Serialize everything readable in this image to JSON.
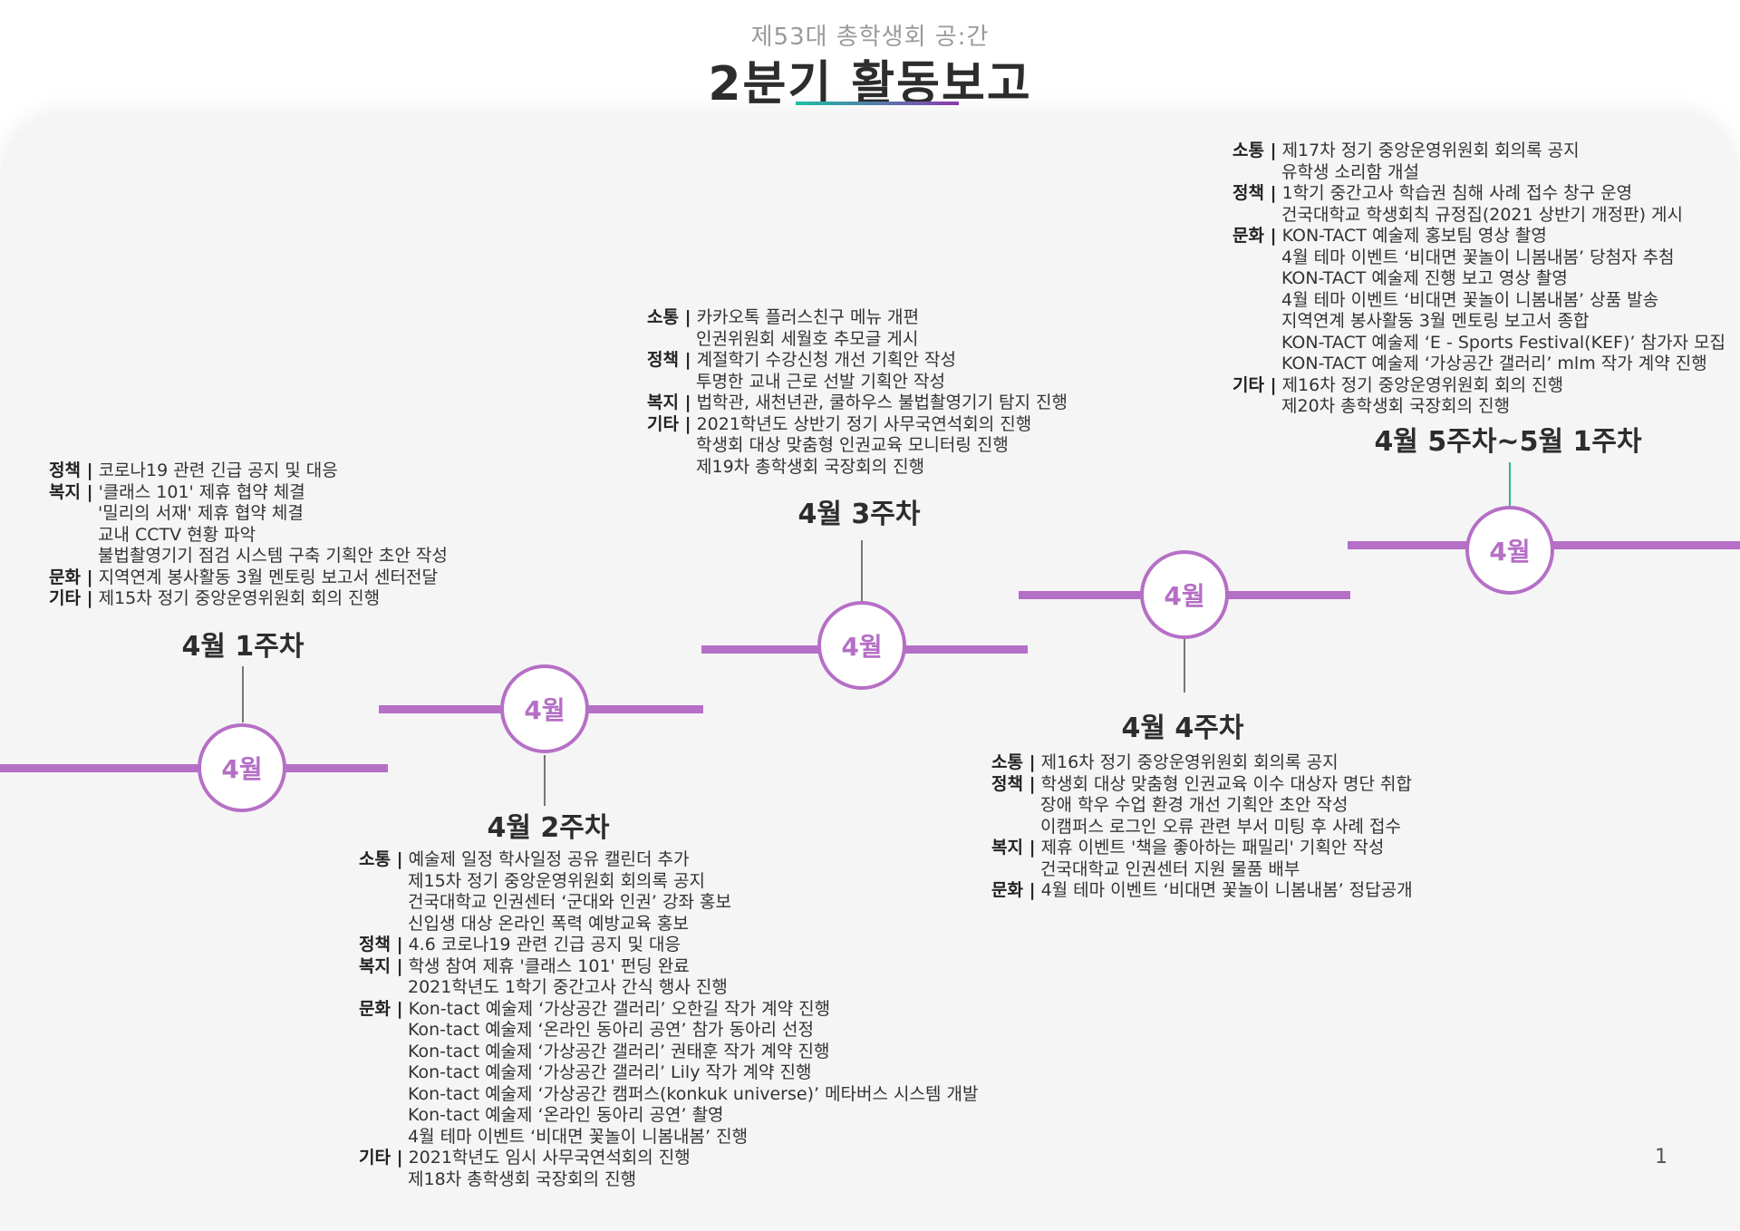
{
  "header": {
    "subtitle": "제53대 총학생회 공:간",
    "title": "2분기 활동보고"
  },
  "colors": {
    "timeline": "#b56fc6",
    "accent_green": "#2bb58e",
    "underline_start": "#1ec3a6",
    "underline_end": "#8e3bb5"
  },
  "weeks": [
    {
      "node_label": "4월",
      "title": "4월 1주차",
      "groups": [
        {
          "category": "정책 |",
          "items": [
            "코로나19 관련 긴급 공지 및 대응"
          ]
        },
        {
          "category": "복지 |",
          "items": [
            "'클래스 101' 제휴 협약 체결",
            "'밀리의 서재' 제휴 협약 체결",
            "교내 CCTV 현황 파악",
            "불법촬영기기 점검 시스템 구축 기획안 초안 작성"
          ]
        },
        {
          "category": "문화 |",
          "items": [
            "지역연계 봉사활동 3월 멘토링 보고서 센터전달"
          ]
        },
        {
          "category": "기타 |",
          "items": [
            "제15차 정기 중앙운영위원회 회의 진행"
          ]
        }
      ]
    },
    {
      "node_label": "4월",
      "title": "4월 2주차",
      "groups": [
        {
          "category": "소통 |",
          "items": [
            "예술제 일정 학사일정 공유 캘린더 추가",
            "제15차 정기 중앙운영위원회 회의록 공지",
            "건국대학교 인권센터 ‘군대와 인권’ 강좌 홍보",
            "신입생 대상 온라인 폭력 예방교육 홍보"
          ]
        },
        {
          "category": "정책 |",
          "items": [
            "4.6 코로나19 관련 긴급 공지 및 대응"
          ]
        },
        {
          "category": "복지 |",
          "items": [
            "학생 참여 제휴 '클래스 101' 펀딩 완료",
            "2021학년도 1학기 중간고사 간식 행사 진행"
          ]
        },
        {
          "category": "문화 |",
          "items": [
            "Kon-tact 예술제 ‘가상공간 갤러리’ 오한길 작가 계약 진행",
            "Kon-tact 예술제 ‘온라인 동아리 공연’ 참가 동아리 선정",
            "Kon-tact 예술제 ‘가상공간 갤러리’ 권태훈 작가 계약 진행",
            "Kon-tact 예술제 ‘가상공간 갤러리’ Lily 작가 계약 진행",
            "Kon-tact 예술제 ‘가상공간 캠퍼스(konkuk universe)’ 메타버스 시스템 개발",
            "Kon-tact 예술제 ‘온라인 동아리 공연’ 촬영",
            "4월 테마 이벤트 ‘비대면 꽃놀이 니봄내봄’ 진행"
          ]
        },
        {
          "category": "기타 |",
          "items": [
            "2021학년도 임시 사무국연석회의 진행",
            "제18차 총학생회 국장회의 진행"
          ]
        }
      ]
    },
    {
      "node_label": "4월",
      "title": "4월 3주차",
      "groups": [
        {
          "category": "소통 |",
          "items": [
            "카카오톡 플러스친구 메뉴 개편",
            "인권위원회 세월호 추모글 게시"
          ]
        },
        {
          "category": "정책 |",
          "items": [
            "계절학기 수강신청 개선 기획안 작성",
            "투명한 교내 근로 선발 기획안 작성"
          ]
        },
        {
          "category": "복지 |",
          "items": [
            "법학관, 새천년관, 쿨하우스 불법촬영기기 탐지 진행"
          ]
        },
        {
          "category": "기타 |",
          "items": [
            "2021학년도 상반기 정기 사무국연석회의 진행",
            "학생회 대상 맞춤형 인권교육 모니터링 진행",
            "제19차 총학생회 국장회의 진행"
          ]
        }
      ]
    },
    {
      "node_label": "4월",
      "title": "4월 4주차",
      "groups": [
        {
          "category": "소통 |",
          "items": [
            "제16차 정기 중앙운영위원회 회의록 공지"
          ]
        },
        {
          "category": "정책 |",
          "items": [
            "학생회 대상 맞춤형 인권교육 이수 대상자 명단 취합",
            "장애 학우 수업 환경 개선 기획안 초안 작성",
            "이캠퍼스 로그인 오류 관련 부서 미팅 후 사례 접수"
          ]
        },
        {
          "category": "복지 |",
          "items": [
            "제휴 이벤트 '책을 좋아하는 패밀리' 기획안 작성",
            "건국대학교 인권센터 지원 물품 배부"
          ]
        },
        {
          "category": "문화 |",
          "items": [
            "4월 테마 이벤트 ‘비대면 꽃놀이 니봄내봄’ 정답공개"
          ]
        }
      ]
    },
    {
      "node_label": "4월",
      "title": "4월 5주차~5월 1주차",
      "groups": [
        {
          "category": "소통 |",
          "items": [
            "제17차 정기 중앙운영위원회 회의록 공지",
            "유학생 소리함 개설"
          ]
        },
        {
          "category": "정책 |",
          "items": [
            "1학기 중간고사 학습권 침해 사례 접수 창구 운영",
            "건국대학교 학생회칙 규정집(2021 상반기 개정판) 게시"
          ]
        },
        {
          "category": "문화 |",
          "items": [
            "KON-TACT 예술제 홍보팀 영상 촬영",
            "4월 테마 이벤트 ‘비대면 꽃놀이 니봄내봄’ 당첨자 추첨",
            "KON-TACT 예술제 진행 보고 영상 촬영",
            "4월 테마 이벤트 ‘비대면 꽃놀이 니봄내봄’ 상품 발송",
            "지역연계 봉사활동 3월 멘토링 보고서 종합",
            "KON-TACT 예술제 ‘E - Sports Festival(KEF)’ 참가자 모집",
            "KON-TACT 예술제 ‘가상공간 갤러리’ mlm 작가 계약 진행"
          ]
        },
        {
          "category": "기타 |",
          "items": [
            "제16차 정기 중앙운영위원회 회의 진행",
            "제20차 총학생회 국장회의 진행"
          ]
        }
      ]
    }
  ],
  "page_number": "1"
}
